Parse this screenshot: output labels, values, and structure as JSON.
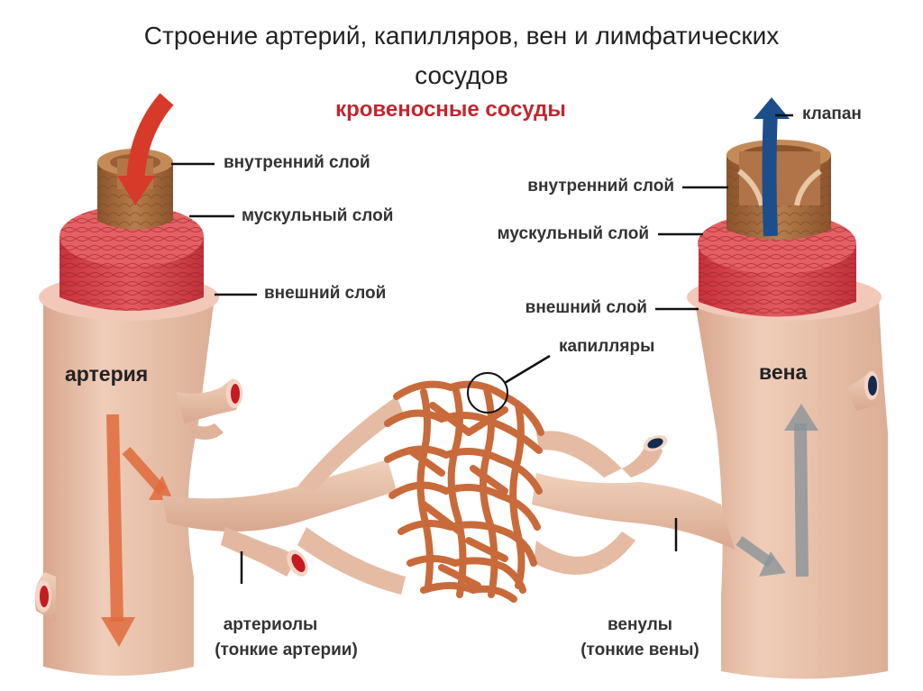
{
  "slide": {
    "title_line1": "Строение артерий, капилляров, вен и лимфатических",
    "title_line2": "сосудов",
    "subtitle": "кровеносные сосуды"
  },
  "labels": {
    "artery": "артерия",
    "vein": "вена",
    "artery_inner_layer": "внутренний слой",
    "artery_muscle_layer": "мускульный слой",
    "artery_outer_layer": "внешний слой",
    "vein_valve": "клапан",
    "vein_inner_layer": "внутренний слой",
    "vein_muscle_layer": "мускульный слой",
    "vein_outer_layer": "внешний слой",
    "capillaries": "капилляры",
    "arterioles": "артериолы",
    "arterioles_note": "(тонкие артерии)",
    "venules": "венулы",
    "venules_note": "(тонкие вены)"
  },
  "colors": {
    "vessel": "#e9c0a8",
    "vessel_dark": "#d49a80",
    "muscle": "#d9434b",
    "inner": "#a86b3c",
    "capillary": "#c96a3a",
    "artery_flow": "#d83a2a",
    "vein_flow": "#1d4e8c"
  }
}
